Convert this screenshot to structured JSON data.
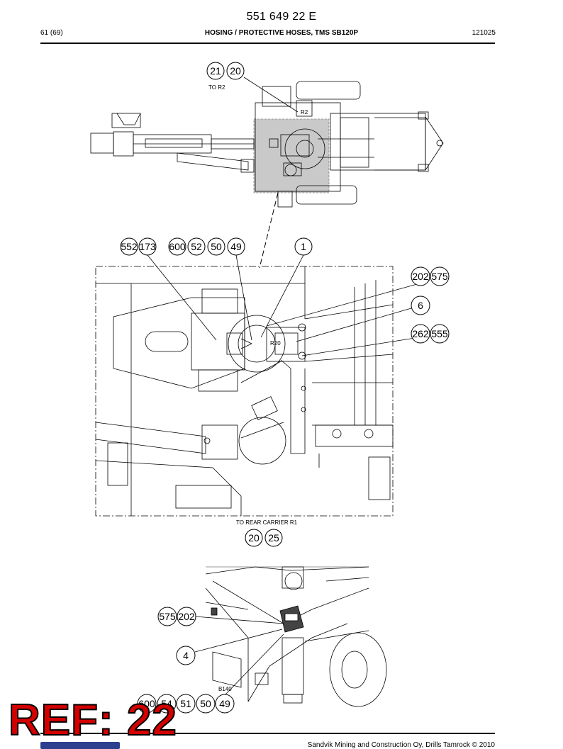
{
  "header": {
    "doc_number": "551 649 22 E",
    "page": "61 (69)",
    "title": "HOSING / PROTECTIVE HOSES, TMS SB120P",
    "code": "121025"
  },
  "top_view": {
    "balloons": [
      "21",
      "20"
    ],
    "note": "TO R2",
    "tag": "R2"
  },
  "detail_view": {
    "balloon_row": [
      "552",
      "173",
      "600",
      "52",
      "50",
      "49",
      "1"
    ],
    "right_balloons": [
      "202",
      "575",
      "6",
      "262",
      "555"
    ],
    "plate_text": "R20",
    "note": "TO REAR CARRIER R1",
    "bottom_balloons": [
      "20",
      "25"
    ]
  },
  "iso_view": {
    "balloons_upper": [
      "575",
      "202"
    ],
    "balloon_mid": "4",
    "tag": "B140",
    "balloon_row": [
      "600",
      "54",
      "51",
      "50",
      "49"
    ]
  },
  "footer": {
    "copyright": "Sandvik Mining and Construction Oy, Drills Tamrock © 2010"
  },
  "stamp": {
    "text": "REF: 22"
  }
}
